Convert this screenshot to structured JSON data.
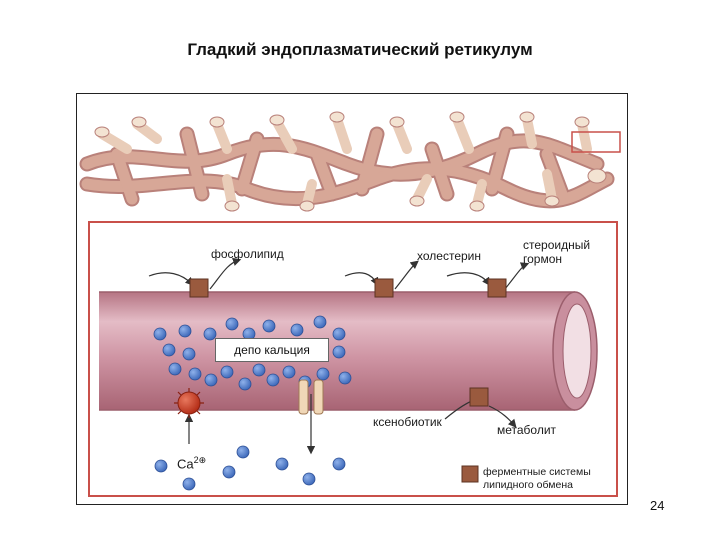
{
  "slide": {
    "title": "Гладкий эндоплазматический ретикулум",
    "page_number": "24"
  },
  "diagram": {
    "labels": {
      "phospholipid": "фосфолипид",
      "cholesterol": "холестерин",
      "steroid_hormone_line1": "стероидный",
      "steroid_hormone_line2": "гормон",
      "calcium_depot": "депо кальция",
      "calcium_ion_base": "Ca",
      "calcium_ion_charge": "2⊕",
      "xenobiotic": "ксенобиотик",
      "metabolite": "метаболит",
      "legend_line1": "ферментные системы",
      "legend_line2": "липидного обмена"
    },
    "colors": {
      "network_tube": "#d7a797",
      "network_tube_dark": "#b9817a",
      "network_tube_light": "#eed8c4",
      "panel_border": "#c9504a",
      "membrane_tube": "#c98f9e",
      "membrane_edge": "#9b5e6c",
      "enzyme": "#9a5a3e",
      "calcium_ball": "#4a78c8",
      "pump_ball": "#c7361f",
      "channel": "#f0d7b7"
    }
  }
}
